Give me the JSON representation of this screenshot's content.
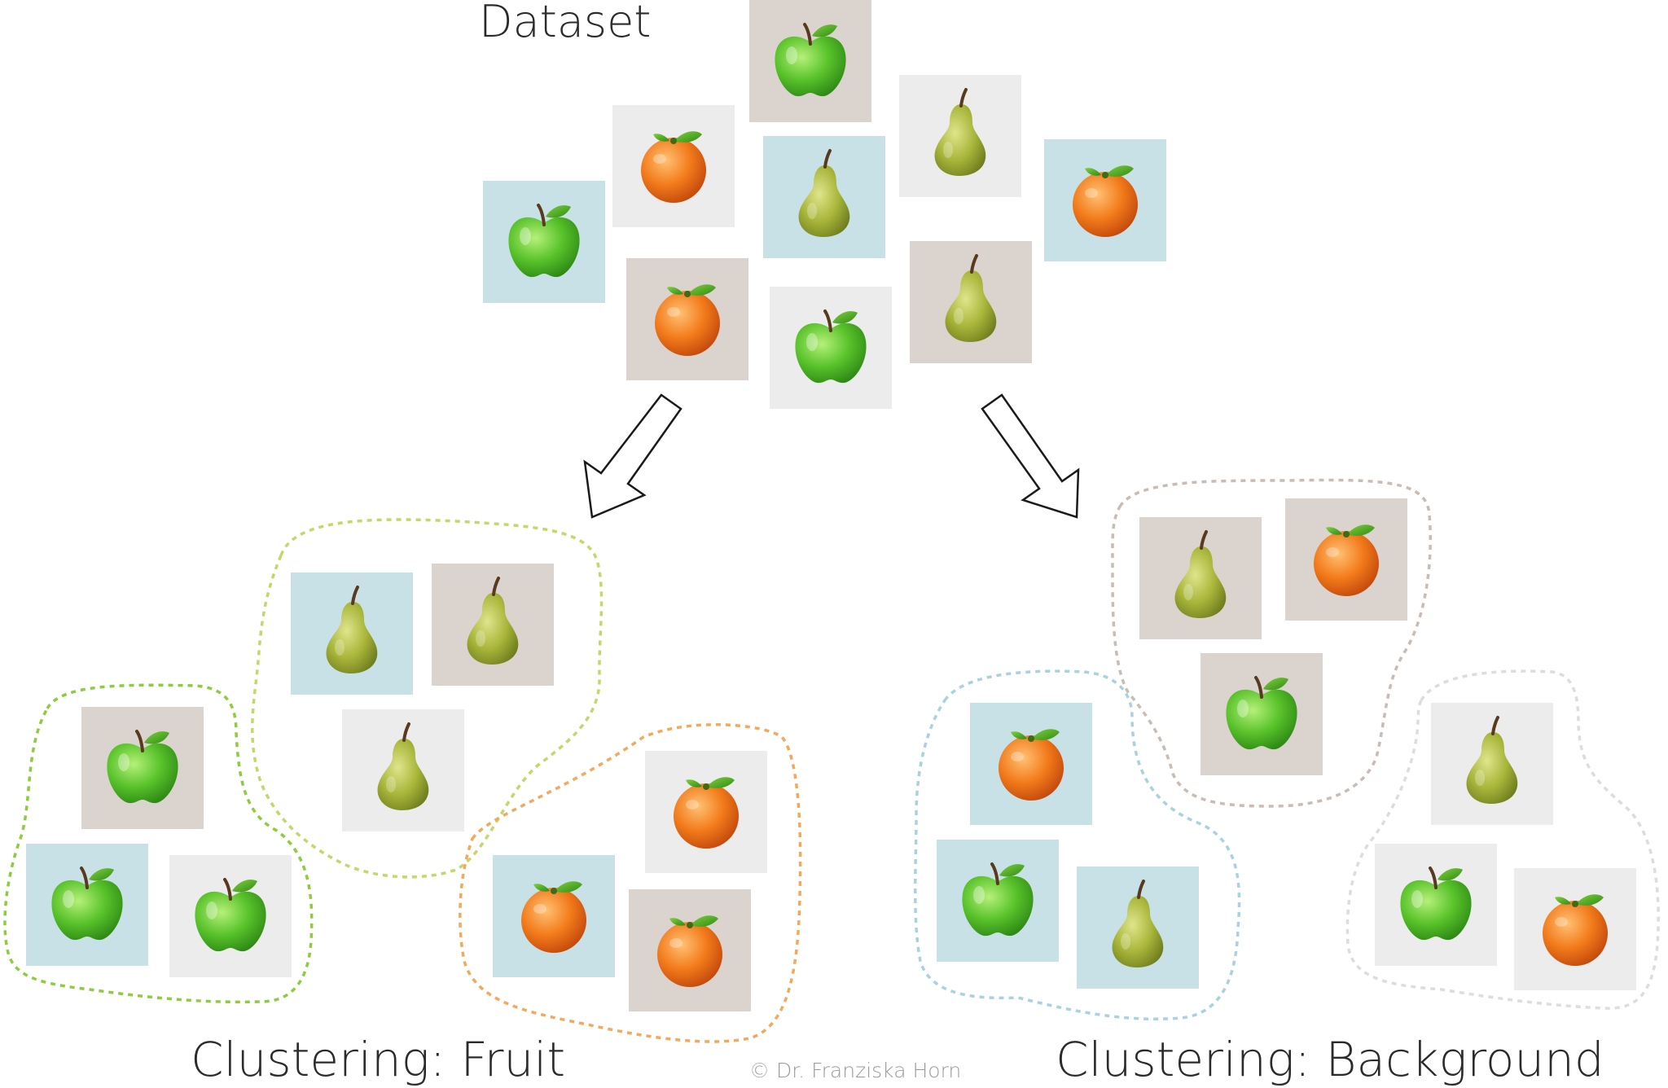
{
  "labels": {
    "dataset": "Dataset",
    "clustering_fruit": "Clustering: Fruit",
    "clustering_background": "Clustering: Background",
    "copyright": "© Dr. Franziska Horn"
  },
  "colors": {
    "bg_blue": "#c8e1e6",
    "bg_beige": "#dbd3ce",
    "bg_gray": "#ececec",
    "cluster_apple": "#8ecc3e",
    "cluster_pear": "#c7d66a",
    "cluster_orange": "#f2a95c",
    "cluster_beige": "#c9bcb3",
    "cluster_blue": "#a9d2dc",
    "cluster_gray": "#dddddd"
  },
  "items": [
    {
      "id": "d1",
      "fruit": "apple",
      "background": "beige"
    },
    {
      "id": "d2",
      "fruit": "orange",
      "background": "gray"
    },
    {
      "id": "d3",
      "fruit": "apple",
      "background": "blue"
    },
    {
      "id": "d4",
      "fruit": "pear",
      "background": "blue"
    },
    {
      "id": "d5",
      "fruit": "pear",
      "background": "gray"
    },
    {
      "id": "d6",
      "fruit": "orange",
      "background": "blue"
    },
    {
      "id": "d7",
      "fruit": "orange",
      "background": "beige"
    },
    {
      "id": "d8",
      "fruit": "apple",
      "background": "gray"
    },
    {
      "id": "d9",
      "fruit": "pear",
      "background": "beige"
    },
    {
      "id": "f1",
      "fruit": "pear",
      "background": "blue"
    },
    {
      "id": "f2",
      "fruit": "pear",
      "background": "beige"
    },
    {
      "id": "f3",
      "fruit": "pear",
      "background": "gray"
    },
    {
      "id": "f4",
      "fruit": "apple",
      "background": "beige"
    },
    {
      "id": "f5",
      "fruit": "apple",
      "background": "blue"
    },
    {
      "id": "f6",
      "fruit": "apple",
      "background": "gray"
    },
    {
      "id": "f7",
      "fruit": "orange",
      "background": "gray"
    },
    {
      "id": "f8",
      "fruit": "orange",
      "background": "blue"
    },
    {
      "id": "f9",
      "fruit": "orange",
      "background": "beige"
    },
    {
      "id": "b1",
      "fruit": "pear",
      "background": "beige"
    },
    {
      "id": "b2",
      "fruit": "orange",
      "background": "beige"
    },
    {
      "id": "b3",
      "fruit": "apple",
      "background": "beige"
    },
    {
      "id": "b4",
      "fruit": "orange",
      "background": "blue"
    },
    {
      "id": "b5",
      "fruit": "apple",
      "background": "blue"
    },
    {
      "id": "b6",
      "fruit": "pear",
      "background": "blue"
    },
    {
      "id": "b7",
      "fruit": "pear",
      "background": "gray"
    },
    {
      "id": "b8",
      "fruit": "apple",
      "background": "gray"
    },
    {
      "id": "b9",
      "fruit": "orange",
      "background": "gray"
    }
  ]
}
